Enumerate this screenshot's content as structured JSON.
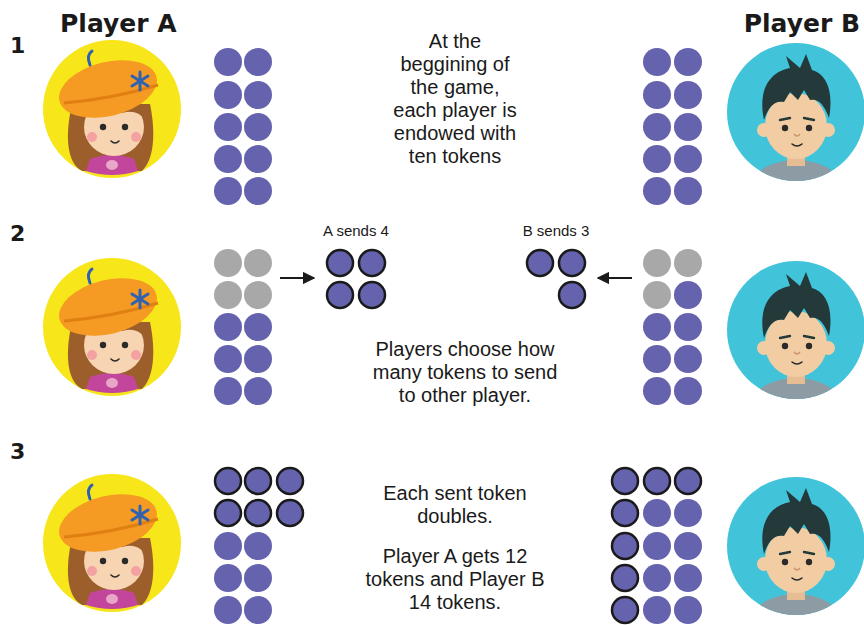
{
  "diagram": {
    "labels": [
      "Player A",
      "Player B",
      "1",
      "At the beggining of the game, each player is endowed with ten tokens",
      "2",
      "A sends 4",
      "B sends 3",
      "Players choose how many tokens to send to other player.",
      "3",
      "Each sent token doubles.",
      "Player A gets 12 tokens and Player B 14 tokens."
    ]
  }
}
